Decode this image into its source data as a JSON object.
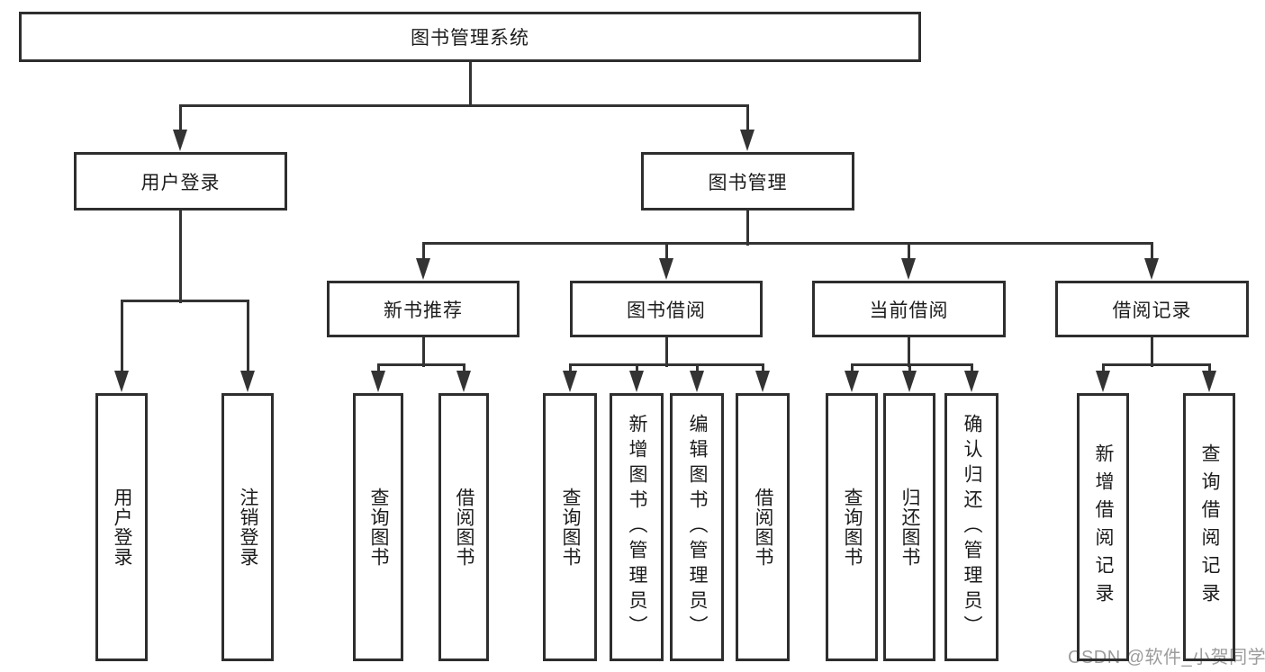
{
  "diagram": {
    "title": "图书管理系统",
    "type": "hierarchy-tree",
    "colors": {
      "line": "#333333",
      "border": "#2e2e2e",
      "text": "#1c1c1c",
      "watermark": "#9c9c9c",
      "background": "#ffffff"
    }
  },
  "nodes": {
    "root": {
      "label": "图书管理系统"
    },
    "user_login": {
      "label": "用户登录"
    },
    "book_mgmt": {
      "label": "图书管理"
    },
    "new_book_rec": {
      "label": "新书推荐"
    },
    "book_borrow": {
      "label": "图书借阅"
    },
    "current_borrow": {
      "label": "当前借阅"
    },
    "borrow_record": {
      "label": "借阅记录"
    },
    "leaf_user_login": {
      "label": "用户登录"
    },
    "leaf_logout": {
      "label": "注销登录"
    },
    "leaf_query_book_1": {
      "label": "查询图书"
    },
    "leaf_borrow_book_1": {
      "label": "借阅图书"
    },
    "leaf_query_book_2": {
      "label": "查询图书"
    },
    "leaf_add_book": {
      "label": "新增图书（管理员）"
    },
    "leaf_edit_book": {
      "label": "编辑图书（管理员）"
    },
    "leaf_borrow_book_2": {
      "label": "借阅图书"
    },
    "leaf_query_book_3": {
      "label": "查询图书"
    },
    "leaf_return_book": {
      "label": "归还图书"
    },
    "leaf_confirm_return": {
      "label": "确认归还（管理员）"
    },
    "leaf_add_record": {
      "label": "新增借阅记录"
    },
    "leaf_query_record": {
      "label": "查询借阅记录"
    }
  },
  "structure": {
    "root": [
      "user_login",
      "book_mgmt"
    ],
    "user_login": [
      "leaf_user_login",
      "leaf_logout"
    ],
    "book_mgmt": [
      "new_book_rec",
      "book_borrow",
      "current_borrow",
      "borrow_record"
    ],
    "new_book_rec": [
      "leaf_query_book_1",
      "leaf_borrow_book_1"
    ],
    "book_borrow": [
      "leaf_query_book_2",
      "leaf_add_book",
      "leaf_edit_book",
      "leaf_borrow_book_2"
    ],
    "current_borrow": [
      "leaf_query_book_3",
      "leaf_return_book",
      "leaf_confirm_return"
    ],
    "borrow_record": [
      "leaf_add_record",
      "leaf_query_record"
    ]
  },
  "watermark": {
    "text": "CSDN @软件_小贺同学"
  }
}
